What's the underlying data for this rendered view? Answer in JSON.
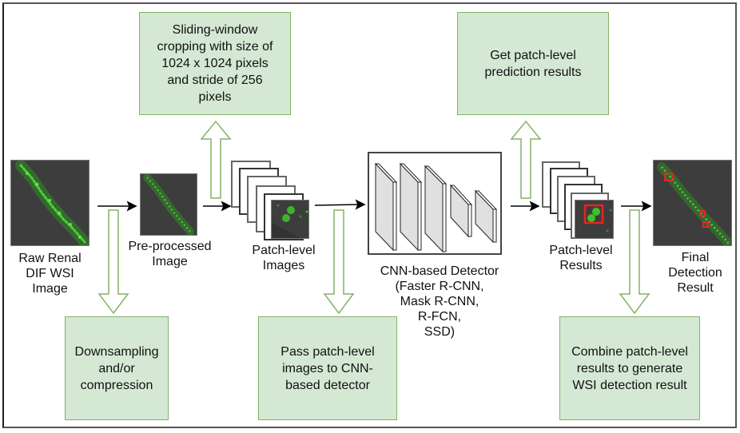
{
  "diagram": {
    "stages": [
      {
        "id": "raw",
        "label": "Raw Renal DIF WSI Image"
      },
      {
        "id": "preprocessed",
        "label": "Pre-processed Image"
      },
      {
        "id": "patch_images",
        "label": "Patch-level Images"
      },
      {
        "id": "detector",
        "label": "CNN-based Detector (Faster R-CNN, Mask R-CNN, R-FCN, SSD)"
      },
      {
        "id": "patch_results",
        "label": "Patch-level Results"
      },
      {
        "id": "final",
        "label": "Final Detection Result"
      }
    ],
    "labels": {
      "raw": [
        "Raw Renal",
        "DIF WSI",
        "Image"
      ],
      "preprocessed": [
        "Pre-processed",
        "Image"
      ],
      "patch_images": [
        "Patch-level",
        "Images"
      ],
      "detector": [
        "CNN-based Detector",
        "(Faster R-CNN,",
        "Mask R-CNN,",
        "R-FCN,",
        "SSD)"
      ],
      "patch_results": [
        "Patch-level",
        "Results"
      ],
      "final": [
        "Final",
        "Detection",
        "Result"
      ]
    },
    "steps": {
      "downsampling": [
        "Downsampling",
        "and/or",
        "compression"
      ],
      "sliding_window": [
        "Sliding-window",
        "cropping with size of",
        "1024 x 1024 pixels",
        "and stride of 256",
        "pixels"
      ],
      "pass_patches": [
        "Pass patch-level",
        "images to CNN-",
        "based detector"
      ],
      "get_predictions": [
        "Get patch-level",
        "prediction results"
      ],
      "combine": [
        "Combine patch-level",
        "results to generate",
        "WSI detection result"
      ]
    },
    "colors": {
      "step_fill": "#d5e8d4",
      "step_stroke": "#82b366",
      "image_bg": "#3d3d3d",
      "fluorescence": "#3fbf2a",
      "detection_box": "#e8251e",
      "layer_fill": "#e0e0e0"
    }
  }
}
